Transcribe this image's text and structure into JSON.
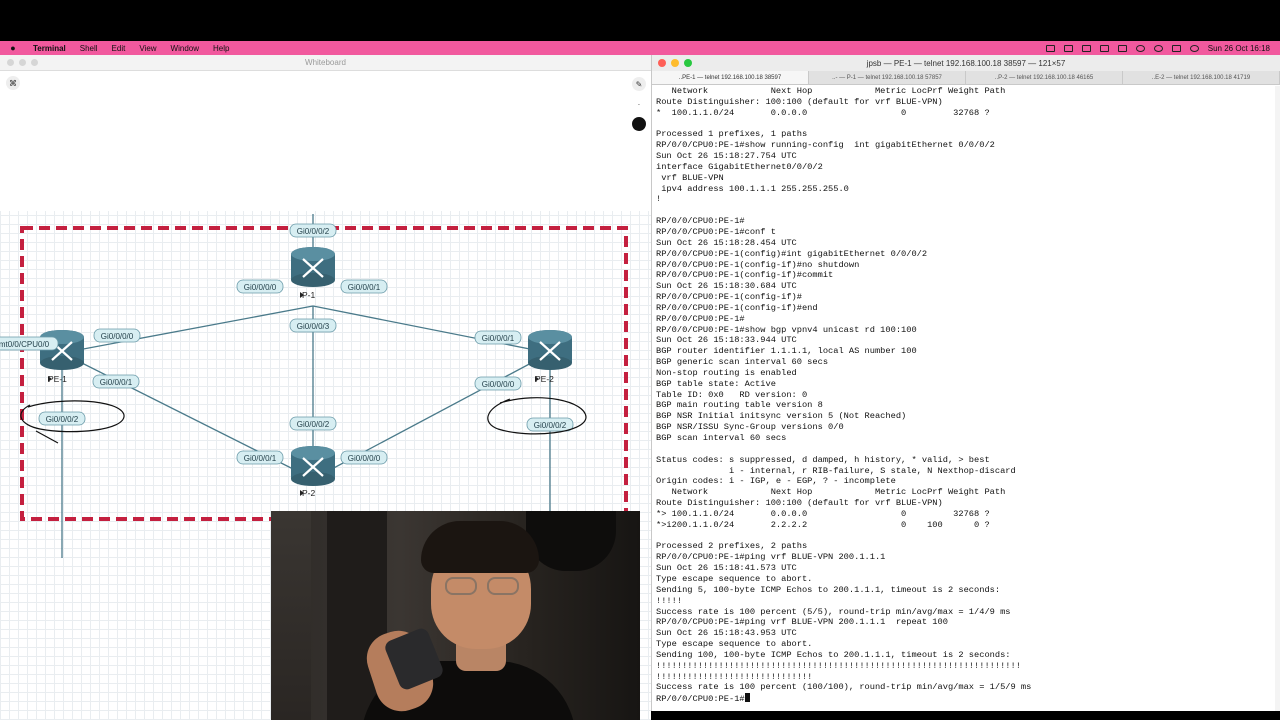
{
  "menubar": {
    "app_name": "Terminal",
    "menus": [
      "Shell",
      "Edit",
      "View",
      "Window",
      "Help"
    ],
    "clock": "Sun 26 Oct  16:18"
  },
  "whiteboard": {
    "window_title": "Whiteboard",
    "nodes": {
      "p1": "P-1",
      "p2": "P-2",
      "pe1": "PE-1",
      "pe2": "PE-2"
    },
    "interfaces": {
      "p1_top": "Gi0/0/0/2",
      "p1_left": "Gi0/0/0/0",
      "p1_right": "Gi0/0/0/1",
      "p1_bottom": "Gi0/0/0/3",
      "p2_top": "Gi0/0/0/2",
      "p2_left": "Gi0/0/0/1",
      "p2_right": "Gi0/0/0/0",
      "pe1_upper": "Gi0/0/0/0",
      "pe1_lower": "Gi0/0/0/1",
      "pe1_mgmt": "mt0/0/CPU0/0",
      "pe1_down": "Gi0/0/0/2",
      "pe2_upper": "Gi0/0/0/1",
      "pe2_lower": "Gi0/0/0/0",
      "pe2_down": "Gi0/0/0/2"
    },
    "colors": {
      "link": "#4a7a8a",
      "router": "#3e6e80",
      "boundary": "#c4203f",
      "pill_bg": "#d7eef2"
    }
  },
  "terminal": {
    "window_title": "jpsb — PE-1 — telnet 192.168.100.18 38597 — 121×57",
    "tabs": [
      "..PE-1 — telnet 192.168.100.18 38597",
      "..- — P-1 — telnet 192.168.100.18 57857",
      "..P-2 — telnet 192.168.100.18 46165",
      "..E-2 — telnet 192.168.100.18 41719"
    ],
    "lines": [
      "   Network            Next Hop            Metric LocPrf Weight Path",
      "Route Distinguisher: 100:100 (default for vrf BLUE-VPN)",
      "*  100.1.1.0/24       0.0.0.0                  0         32768 ?",
      "",
      "Processed 1 prefixes, 1 paths",
      "RP/0/0/CPU0:PE-1#show running-config  int gigabitEthernet 0/0/0/2",
      "Sun Oct 26 15:18:27.754 UTC",
      "interface GigabitEthernet0/0/0/2",
      " vrf BLUE-VPN",
      " ipv4 address 100.1.1.1 255.255.255.0",
      "!",
      "",
      "RP/0/0/CPU0:PE-1#",
      "RP/0/0/CPU0:PE-1#conf t",
      "Sun Oct 26 15:18:28.454 UTC",
      "RP/0/0/CPU0:PE-1(config)#int gigabitEthernet 0/0/0/2",
      "RP/0/0/CPU0:PE-1(config-if)#no shutdown",
      "RP/0/0/CPU0:PE-1(config-if)#commit",
      "Sun Oct 26 15:18:30.684 UTC",
      "RP/0/0/CPU0:PE-1(config-if)#",
      "RP/0/0/CPU0:PE-1(config-if)#end",
      "RP/0/0/CPU0:PE-1#",
      "RP/0/0/CPU0:PE-1#show bgp vpnv4 unicast rd 100:100",
      "Sun Oct 26 15:18:33.944 UTC",
      "BGP router identifier 1.1.1.1, local AS number 100",
      "BGP generic scan interval 60 secs",
      "Non-stop routing is enabled",
      "BGP table state: Active",
      "Table ID: 0x0   RD version: 0",
      "BGP main routing table version 8",
      "BGP NSR Initial initsync version 5 (Not Reached)",
      "BGP NSR/ISSU Sync-Group versions 0/0",
      "BGP scan interval 60 secs",
      "",
      "Status codes: s suppressed, d damped, h history, * valid, > best",
      "              i - internal, r RIB-failure, S stale, N Nexthop-discard",
      "Origin codes: i - IGP, e - EGP, ? - incomplete",
      "   Network            Next Hop            Metric LocPrf Weight Path",
      "Route Distinguisher: 100:100 (default for vrf BLUE-VPN)",
      "*> 100.1.1.0/24       0.0.0.0                  0         32768 ?",
      "*>i200.1.1.0/24       2.2.2.2                  0    100      0 ?",
      "",
      "Processed 2 prefixes, 2 paths",
      "RP/0/0/CPU0:PE-1#ping vrf BLUE-VPN 200.1.1.1",
      "Sun Oct 26 15:18:41.573 UTC",
      "Type escape sequence to abort.",
      "Sending 5, 100-byte ICMP Echos to 200.1.1.1, timeout is 2 seconds:",
      "!!!!!",
      "Success rate is 100 percent (5/5), round-trip min/avg/max = 1/4/9 ms",
      "RP/0/0/CPU0:PE-1#ping vrf BLUE-VPN 200.1.1.1  repeat 100",
      "Sun Oct 26 15:18:43.953 UTC",
      "Type escape sequence to abort.",
      "Sending 100, 100-byte ICMP Echos to 200.1.1.1, timeout is 2 seconds:",
      "!!!!!!!!!!!!!!!!!!!!!!!!!!!!!!!!!!!!!!!!!!!!!!!!!!!!!!!!!!!!!!!!!!!!!!",
      "!!!!!!!!!!!!!!!!!!!!!!!!!!!!!!",
      "Success rate is 100 percent (100/100), round-trip min/avg/max = 1/5/9 ms"
    ],
    "prompt": "RP/0/0/CPU0:PE-1#"
  }
}
